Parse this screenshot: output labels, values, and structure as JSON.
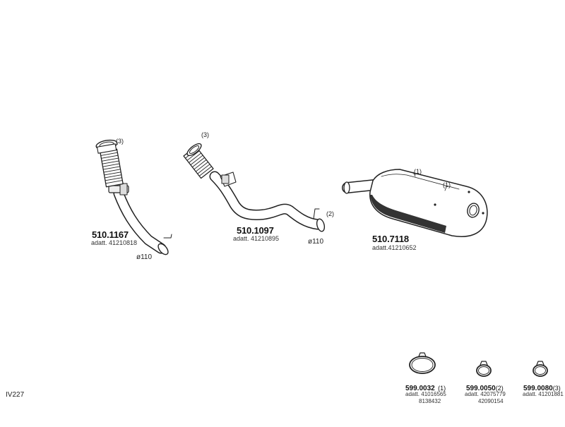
{
  "diagram_code": "IV227",
  "parts": {
    "pipe_front": {
      "part_number": "510.1167",
      "adapts": "adatt. 41210818",
      "diameter": "ø110",
      "callout": "(3)"
    },
    "pipe_middle": {
      "part_number": "510.1097",
      "adapts": "adatt. 41210895",
      "diameter": "ø110",
      "callout_top": "(3)",
      "callout_side": "(2)"
    },
    "silencer": {
      "part_number": "510.7118",
      "adapts": "adatt.41210652",
      "callout_a": "(1)",
      "callout_b": "(1)"
    }
  },
  "clamps": [
    {
      "part_number": "599.0032",
      "ref": "(1)",
      "adapts_1": "adatt. 41016565",
      "adapts_2": "8138432"
    },
    {
      "part_number": "599.0050",
      "ref": "(2)",
      "adapts_1": "adatt. 42075779",
      "adapts_2": "42090154"
    },
    {
      "part_number": "599.0080",
      "ref": "(3)",
      "adapts_1": "adatt. 41201881",
      "adapts_2": ""
    }
  ]
}
